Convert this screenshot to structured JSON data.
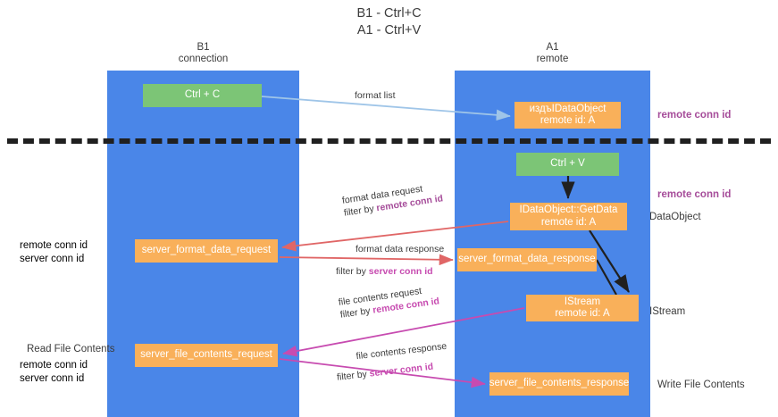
{
  "title": {
    "line1": "B1 - Ctrl+C",
    "line2": "A1 - Ctrl+V"
  },
  "lanes": [
    {
      "id": "b1",
      "name": "B1",
      "role": "connection",
      "color": "#4a86e8"
    },
    {
      "id": "a1",
      "name": "A1",
      "role": "remote",
      "color": "#4a86e8"
    }
  ],
  "colors": {
    "lane": "#4a86e8",
    "green_box": "#7cc576",
    "orange_box": "#f9b05a",
    "remote_conn_id": "#a64d9a",
    "server_conn_id": "#6aa84f",
    "arrow_blue": "#9fc5e8",
    "arrow_red": "#e06666",
    "arrow_magenta": "#c74bb0",
    "arrow_dark": "#202020",
    "text": "#3c3c3c"
  },
  "boxes": {
    "ctrl_c": {
      "line1": "Ctrl + C"
    },
    "idataobject": {
      "line1": "издъIDataObject",
      "line2": "remote id: A"
    },
    "ctrl_v": {
      "line1": "Ctrl + V"
    },
    "getdata": {
      "line1": "IDataObject::GetData",
      "line2": "remote id: A"
    },
    "format_data_request": {
      "line1": "server_format_data_request"
    },
    "format_data_response": {
      "line1": "server_format_data_response"
    },
    "istream": {
      "line1": "IStream",
      "line2": "remote id: A"
    },
    "file_contents_request": {
      "line1": "server_file_contents_request"
    },
    "file_contents_response": {
      "line1": "server_file_contents_response"
    }
  },
  "edge_labels": {
    "format_list": "format list",
    "format_data_request": {
      "line1": "format data request",
      "prefix": "filter by ",
      "key": "remote conn id"
    },
    "format_data_response": {
      "line1": "format data response",
      "prefix": "filter by ",
      "key": "server conn id"
    },
    "file_contents_request": {
      "line1": "file contents request",
      "prefix": "filter by ",
      "key": "remote conn id"
    },
    "file_contents_response": {
      "line1": "file contents response",
      "prefix": "filter by ",
      "key": "server conn id"
    }
  },
  "annotations": {
    "right": [
      {
        "text": "remote conn id",
        "style": "purple"
      },
      {
        "text": "remote conn id",
        "style": "purple"
      },
      {
        "text": "DataObject",
        "style": "plain"
      },
      {
        "text": "IStream",
        "style": "plain"
      },
      {
        "text": "Write File Contents",
        "style": "plain"
      }
    ],
    "left": {
      "conn_remote": "remote conn id",
      "conn_server": "server conn id",
      "read_file_contents": "Read File Contents",
      "conn_remote_2": "remote conn id",
      "conn_server_2": "server conn id"
    }
  }
}
